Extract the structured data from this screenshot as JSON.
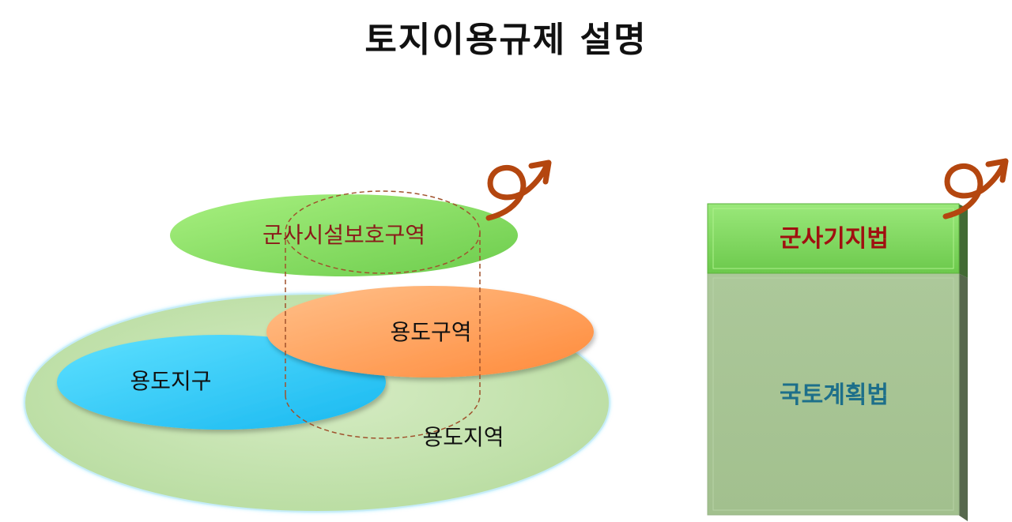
{
  "title": "토지이용규제 설명",
  "venn": {
    "military_zone": "군사시설보호구역",
    "use_zone": "용도구역",
    "use_district": "용도지구",
    "use_area": "용도지역"
  },
  "laws": {
    "military_base_act": "군사기지법",
    "national_land_act": "국토계획법"
  },
  "colors": {
    "military_zone_fill": "#8fe06a",
    "use_zone_fill": "#ff9e52",
    "use_district_fill": "#2fd0ff",
    "use_area_fill": "#c8e6b4",
    "military_zone_text": "#8b1a1a",
    "military_law_text": "#a01010",
    "national_law_text": "#1d6f8a",
    "arrow": "#b4460f",
    "dashed_outline": "#a0522d"
  },
  "icons": {
    "link_arrow": "curly-arrow-icon"
  }
}
